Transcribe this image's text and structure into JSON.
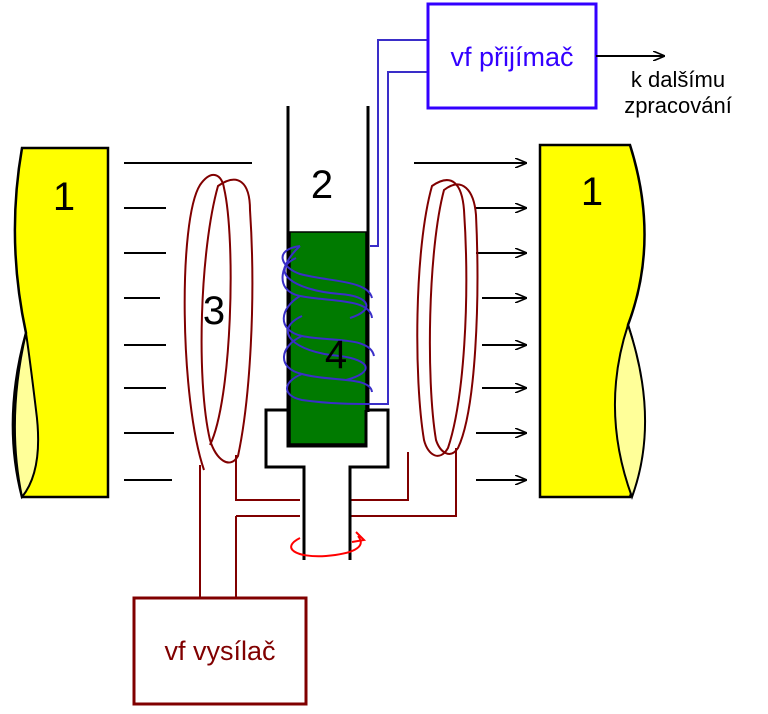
{
  "labels": {
    "magnet_left": "1",
    "magnet_right": "1",
    "sample_tube": "2",
    "transmitter_coil": "3",
    "sample": "4"
  },
  "receiver": {
    "title": "vf přijímač",
    "output_line1": "k dalšímu",
    "output_line2": "zpracování"
  },
  "transmitter": {
    "title": "vf vysílač"
  },
  "colors": {
    "magnet_fill": "#ffff00",
    "magnet_shadow": "#ffff99",
    "sample_fill": "#007a00",
    "receiver": "#3300ff",
    "receiver_coil": "#3a2ec8",
    "transmitter": "#800000",
    "rotation_arrow": "#ff0000",
    "stroke": "#000000"
  }
}
